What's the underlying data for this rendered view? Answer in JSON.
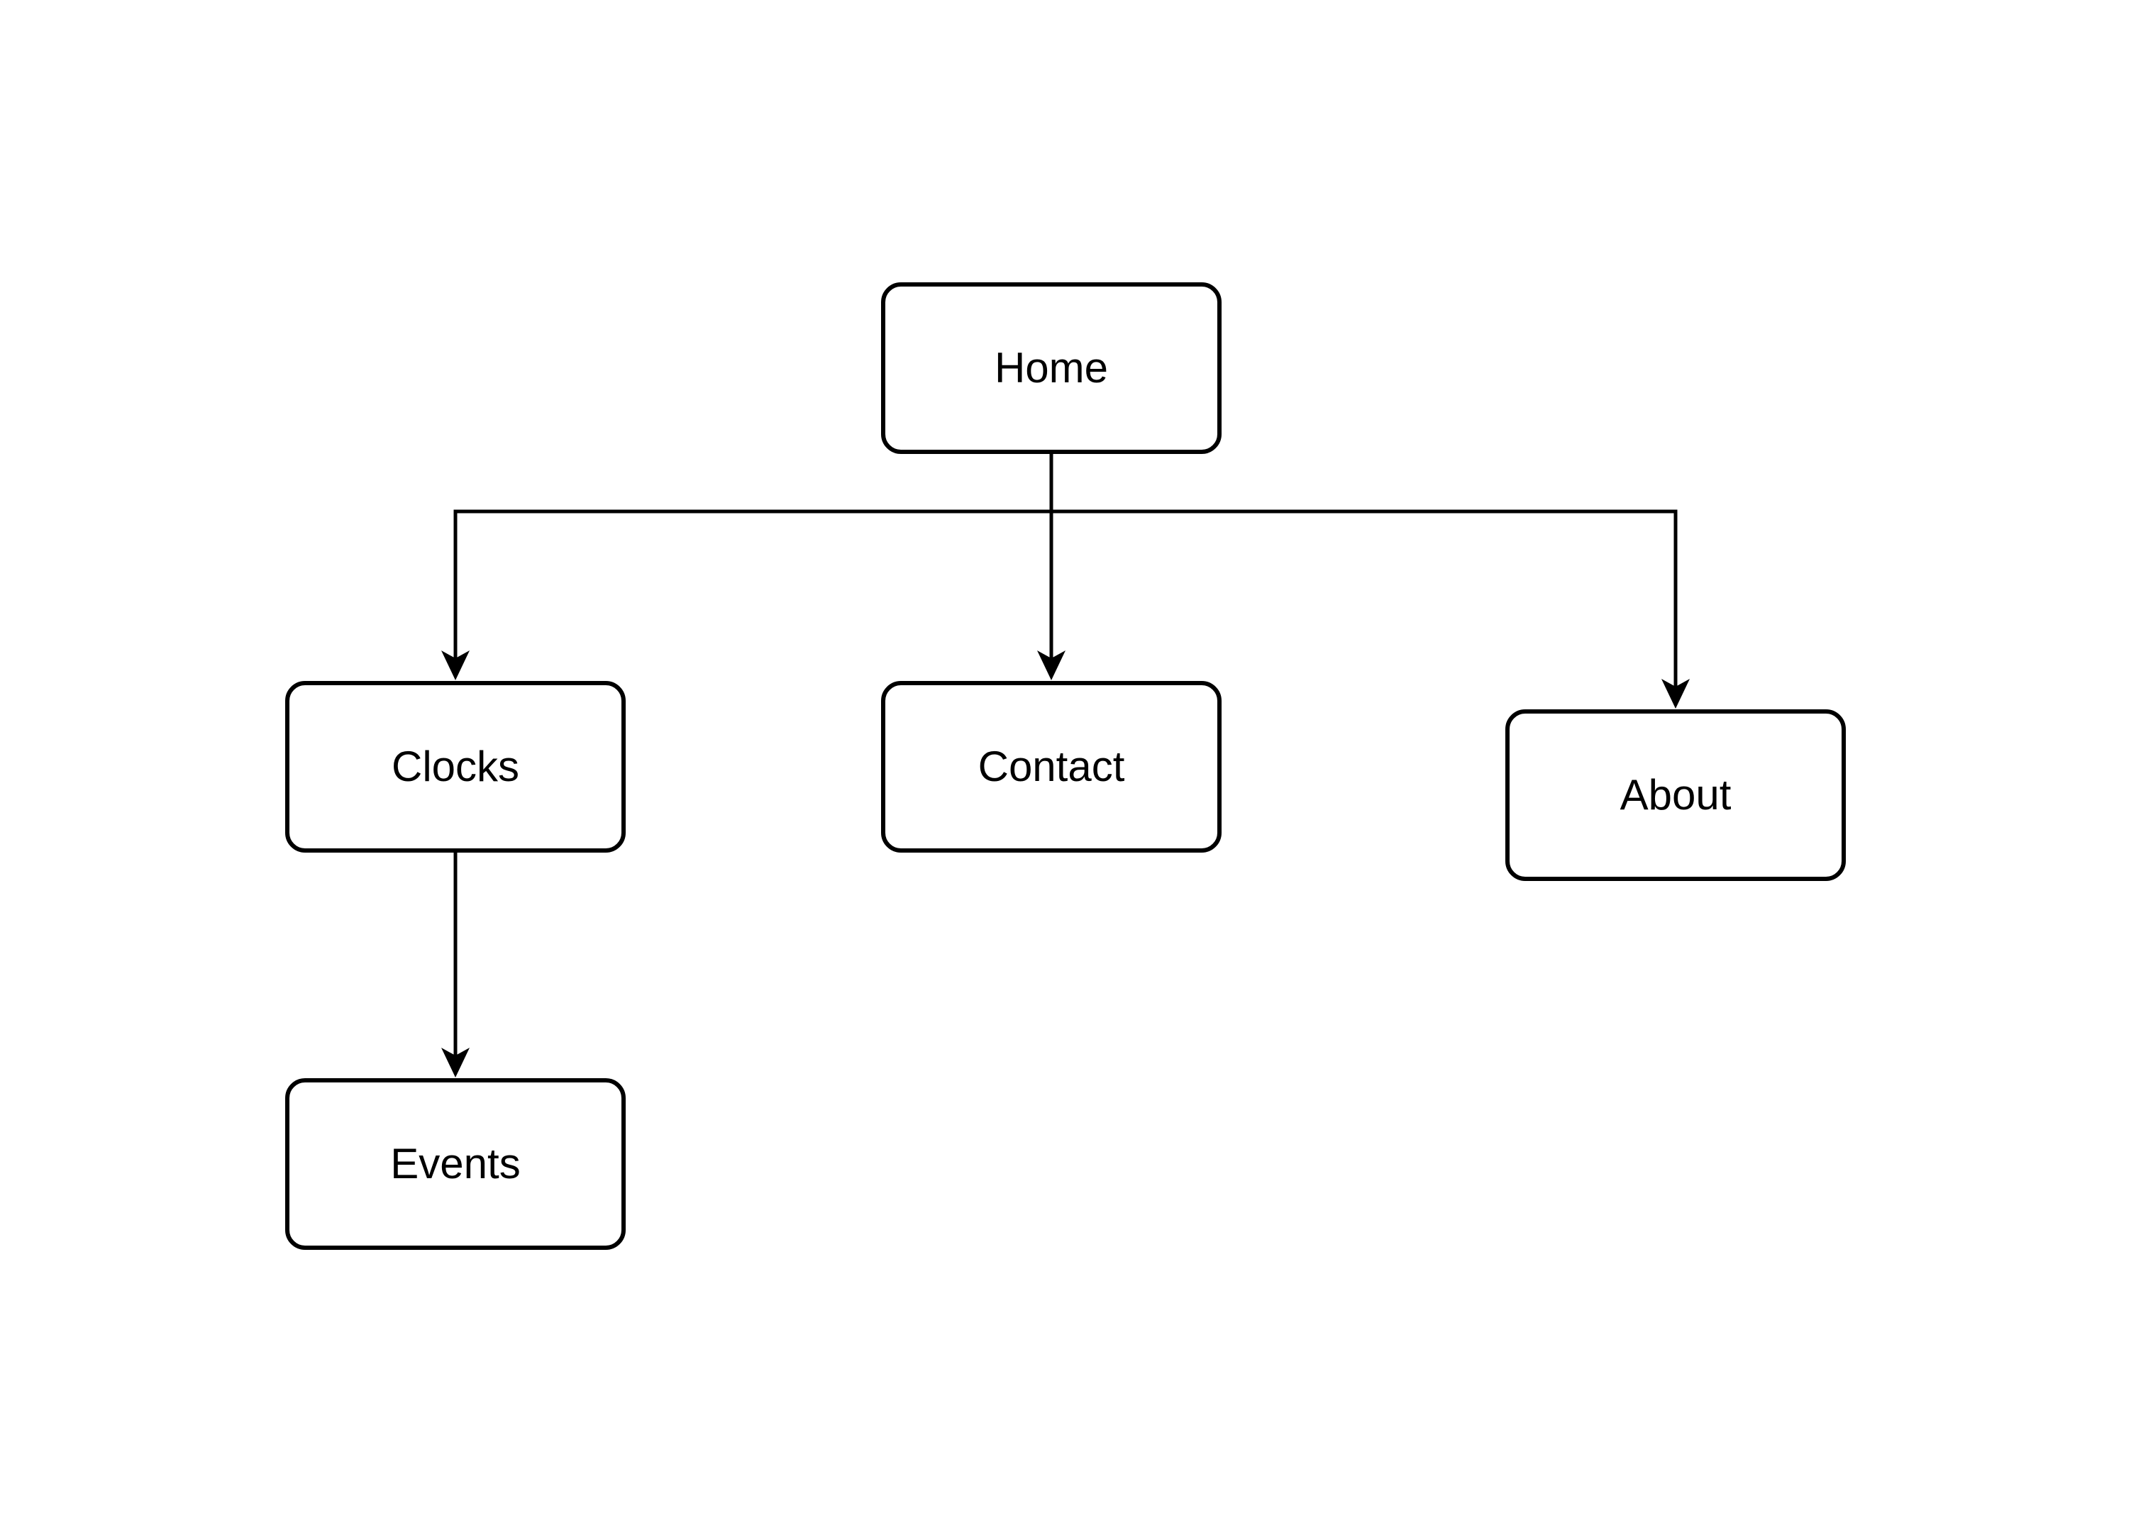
{
  "diagram": {
    "type": "flowchart-sitemap",
    "background_color": "#ffffff",
    "node_style": {
      "fill_color": "#ffffff",
      "border_color": "#000000",
      "text_color": "#000000"
    },
    "nodes": [
      {
        "id": "home",
        "label": "Home"
      },
      {
        "id": "clocks",
        "label": "Clocks"
      },
      {
        "id": "contact",
        "label": "Contact"
      },
      {
        "id": "about",
        "label": "About"
      },
      {
        "id": "events",
        "label": "Events"
      }
    ],
    "edges": [
      {
        "from": "home",
        "to": "clocks",
        "arrow": "target"
      },
      {
        "from": "home",
        "to": "contact",
        "arrow": "target"
      },
      {
        "from": "home",
        "to": "about",
        "arrow": "target"
      },
      {
        "from": "clocks",
        "to": "events",
        "arrow": "target"
      }
    ]
  }
}
